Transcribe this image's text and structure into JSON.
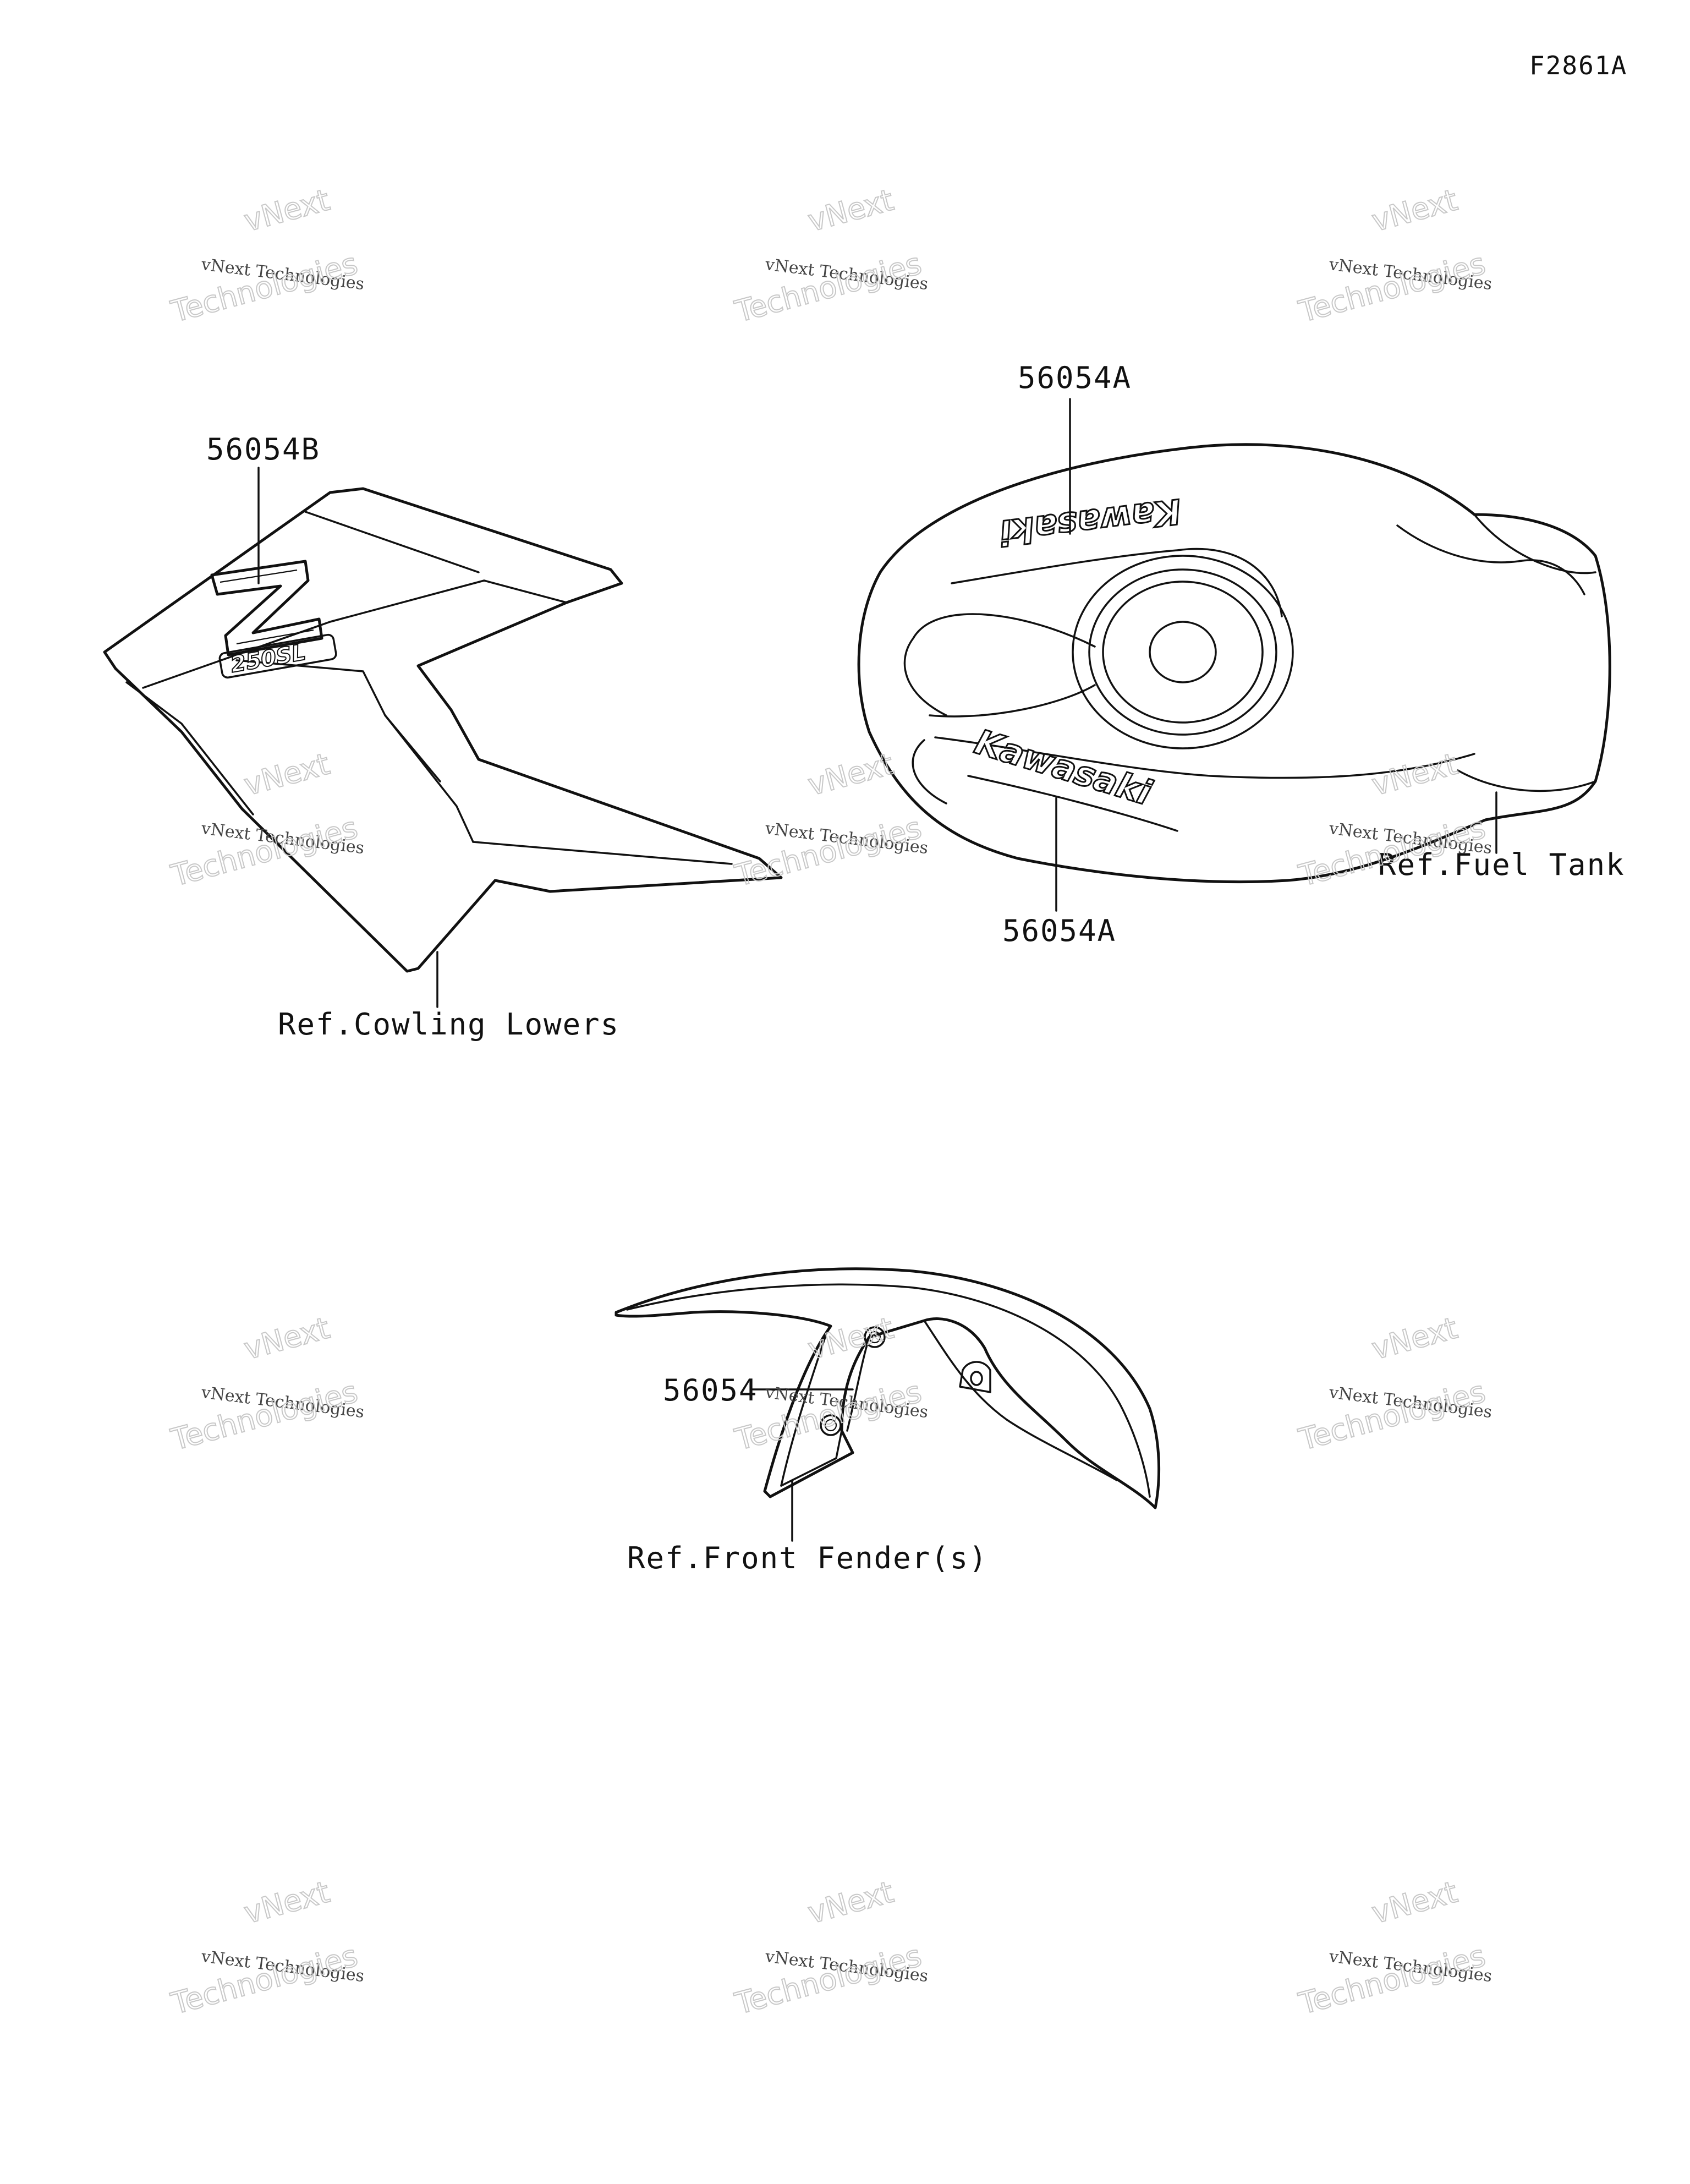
{
  "figure_id": "F2861A",
  "watermark": {
    "line1": "vNext Technologies",
    "line2": "vNext",
    "line3": "Technologies"
  },
  "callouts": {
    "part_56054B": "56054B",
    "part_56054A_top": "56054A",
    "part_56054A_bottom": "56054A",
    "part_56054": "56054",
    "ref_cowling_lowers": "Ref.Cowling Lowers",
    "ref_fuel_tank": "Ref.Fuel Tank",
    "ref_front_fenders": "Ref.Front Fender(s)"
  },
  "decals": {
    "tank_brand_top": "Kawasaki",
    "tank_brand_bottom": "Kawasaki",
    "cowl_logo": "Z",
    "cowl_model": "250SL"
  }
}
